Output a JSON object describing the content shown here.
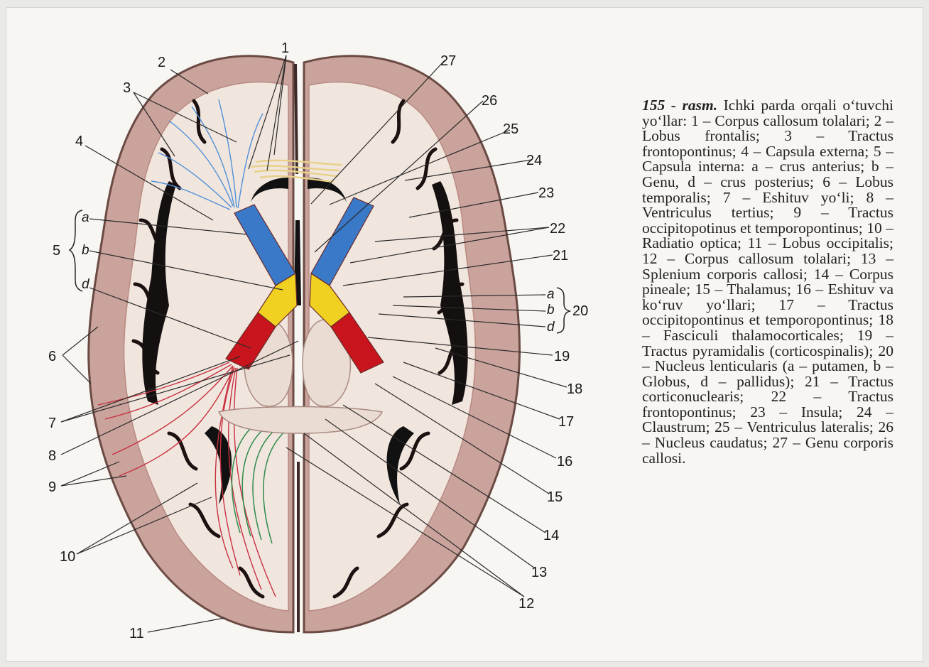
{
  "figure": {
    "caption_title": "155 - rasm.",
    "caption_text": "Ichki parda orqali o‘tuvchi yo‘llar: 1 – Corpus callosum tolalari; 2 – Lobus frontalis; 3 – Tractus frontopontinus; 4 – Capsula externa; 5 – Capsula interna: a – crus anterius; b – Genu, d – crus posterius; 6 – Lobus temporalis; 7 – Eshituv yo‘li; 8 – Ventriculus tertius; 9 – Tractus occipitopotinus et temporopontinus; 10 – Radiatio optica; 11 – Lobus occipitalis; 12 – Corpus callosum tolalari; 13 – Splenium corporis callosi; 14 – Corpus pineale; 15 – Thalamus; 16 – Eshituv va ko‘ruv yo‘llari; 17 – Tractus occipitopontinus et temporopontinus; 18 – Fasciculi thalamocorticales; 19 – Tractus pyramidalis (corticospinalis); 20 – Nucleus lenticularis (a – putamen, b – Globus, d – pallidus); 21 – Tractus corticonuclearis; 22 – Tractus frontopontinus; 23 – Insula; 24 – Claustrum; 25 – Ventriculus lateralis; 26 – Nucleus caudatus; 27 – Genu corporis callosi."
  },
  "labels": {
    "n1": "1",
    "n2": "2",
    "n3": "3",
    "n4": "4",
    "n5": "5",
    "n6": "6",
    "n7": "7",
    "n8": "8",
    "n9": "9",
    "n10": "10",
    "n11": "11",
    "n12": "12",
    "n13": "13",
    "n14": "14",
    "n15": "15",
    "n16": "16",
    "n17": "17",
    "n18": "18",
    "n19": "19",
    "n20": "20",
    "n21": "21",
    "n22": "22",
    "n23": "23",
    "n24": "24",
    "n25": "25",
    "n26": "26",
    "n27": "27",
    "a": "a",
    "b": "b",
    "d": "d"
  },
  "colors": {
    "cortex": "#c9a39c",
    "white_matter": "#f1e6de",
    "ventricle": "#111111",
    "crus_anterius": "#3a78c8",
    "genu": "#f0d020",
    "crus_posterius": "#c8141c",
    "green_tract": "#2e8a4a",
    "red_tract": "#c83040",
    "blue_tract": "#4f8fd8",
    "callosum_fibers": "#e8d18a"
  }
}
